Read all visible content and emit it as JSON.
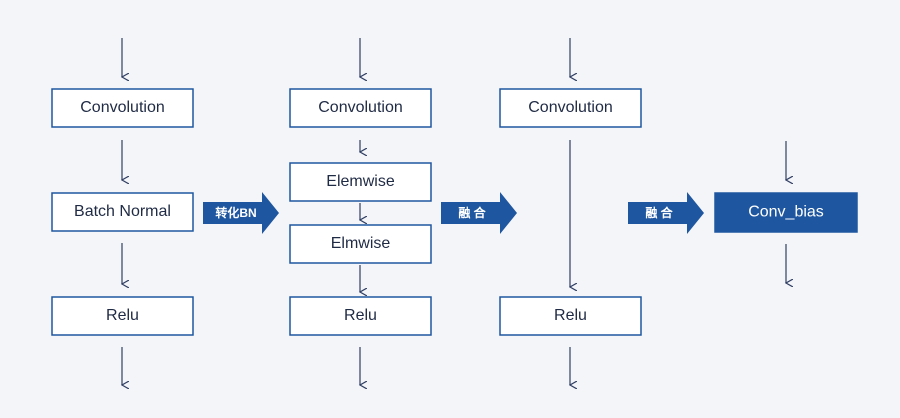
{
  "colors": {
    "background": "#f4f5f8",
    "line": "#2f3e63",
    "box_border": "#1f56a0",
    "box_fill": "#ffffff",
    "accent": "#1f56a0"
  },
  "columns": [
    {
      "boxes": [
        "Convolution",
        "Batch Normal",
        "Relu"
      ]
    },
    {
      "boxes": [
        "Convolution",
        "Elemwise",
        "Elmwise",
        "Relu"
      ]
    },
    {
      "boxes": [
        "Convolution",
        "Relu"
      ]
    },
    {
      "boxes": [
        "Conv_bias"
      ]
    }
  ],
  "transitions": [
    {
      "label": "转化BN"
    },
    {
      "label": "融 合"
    },
    {
      "label": "融 合"
    }
  ]
}
